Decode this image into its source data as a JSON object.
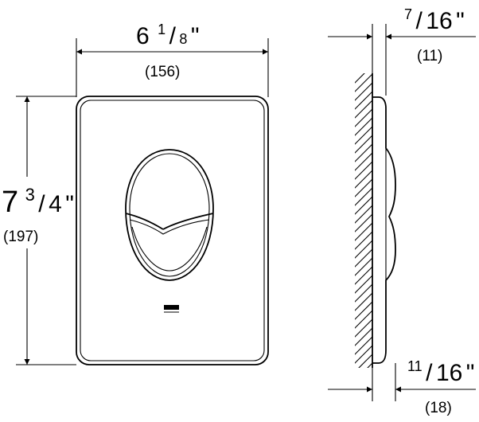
{
  "width_dim": {
    "whole": "6",
    "num": "1",
    "den": "8",
    "unit": "\"",
    "metric": "(156)"
  },
  "height_dim": {
    "whole": "7",
    "num": "3",
    "den": "4",
    "unit": "\"",
    "metric": "(197)"
  },
  "depth_top_dim": {
    "num": "7",
    "den": "16",
    "unit": "\"",
    "metric": "(11)"
  },
  "depth_bottom_dim": {
    "num": "11",
    "den": "16",
    "unit": "\"",
    "metric": "(18)"
  },
  "colors": {
    "stroke": "#000000",
    "background": "#ffffff"
  }
}
